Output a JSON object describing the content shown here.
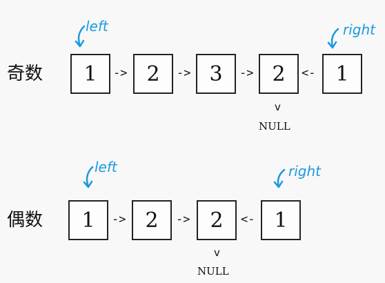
{
  "odd": {
    "label": "奇数",
    "nodes": [
      "1",
      "2",
      "3",
      "2",
      "1"
    ],
    "arrows": [
      "->",
      "->",
      "->",
      "<-"
    ],
    "null_arrow": "v",
    "null_label": "NULL",
    "left_label": "left",
    "right_label": "right"
  },
  "even": {
    "label": "偶数",
    "nodes": [
      "1",
      "2",
      "2",
      "1"
    ],
    "arrows": [
      "->",
      "->",
      "<-"
    ],
    "null_arrow": "v",
    "null_label": "NULL",
    "left_label": "left",
    "right_label": "right"
  },
  "colors": {
    "pointer": "#1a9ae0",
    "ink": "#111111"
  }
}
